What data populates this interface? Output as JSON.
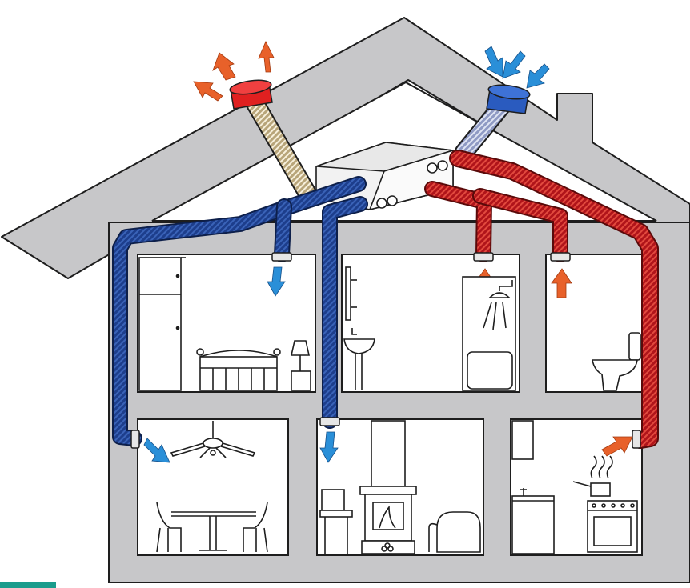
{
  "colors": {
    "wall": "#c7c7c9",
    "outline": "#1e1e1e",
    "room": "#ffffff",
    "supply_duct": "#1d3e8c",
    "supply_duct_light": "#3a63b8",
    "exhaust_duct": "#c4161c",
    "exhaust_duct_light": "#e24a3e",
    "intake_duct": "#aab3d4",
    "outlet_duct": "#e8dcc0",
    "fresh_air_arrow": "#2a8fd8",
    "stale_air_arrow": "#e8612a",
    "exhaust_cap": "#e02020",
    "intake_cap": "#2a5bbf",
    "corner_tab": "#1a9c8c"
  },
  "icons": [
    "exhaust-cap-icon",
    "intake-cap-icon",
    "recuperator-unit-icon",
    "wardrobe-icon",
    "bed-icon",
    "lamp-icon",
    "shower-icon",
    "bathtub-icon",
    "sink-icon",
    "toilet-icon",
    "ceiling-fan-icon",
    "dining-table-icon",
    "chair-icon",
    "fireplace-icon",
    "armchair-icon",
    "tv-icon",
    "stove-icon",
    "pan-icon",
    "kitchen-cabinet-icon"
  ],
  "rooms": [
    "bedroom",
    "bathroom",
    "toilet",
    "dining-room",
    "living-room",
    "kitchen"
  ]
}
